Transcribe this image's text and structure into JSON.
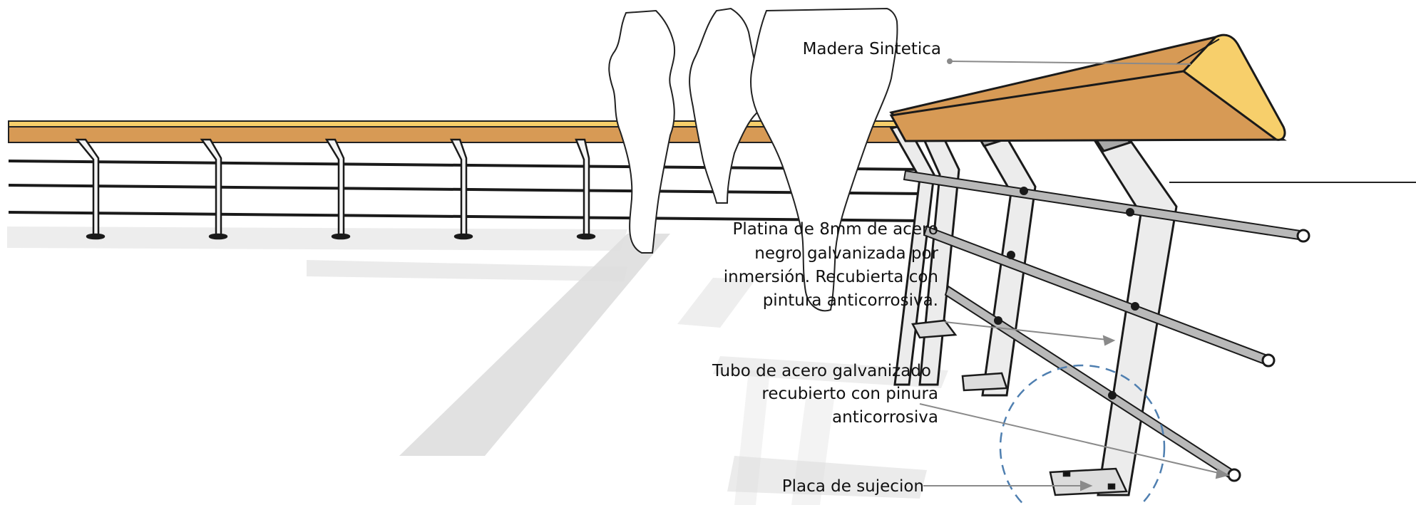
{
  "annotations": {
    "madera": "Madera Sintetica",
    "platina": [
      "Platina de 8mm de acero",
      "negro  galvanizada por",
      "inmersión. Recubierta con",
      "pintura anticorrosiva."
    ],
    "tubo": [
      "Tubo de acero galvanizado",
      "recubierto con pinura",
      "anticorrosiva"
    ],
    "placa": "Placa de sujecion"
  },
  "colors": {
    "wood": "#d79a55",
    "wood_highlight": "#f7cf6b",
    "steel_light": "#ececec",
    "steel_dark": "#a9a9a9",
    "shadow": "#dcdcdc",
    "leader": "#8a8a8a",
    "detail_circle": "#4f7fb0"
  },
  "icons": {
    "people": "person-silhouettes-icon",
    "detail": "dashed-detail-circle"
  }
}
